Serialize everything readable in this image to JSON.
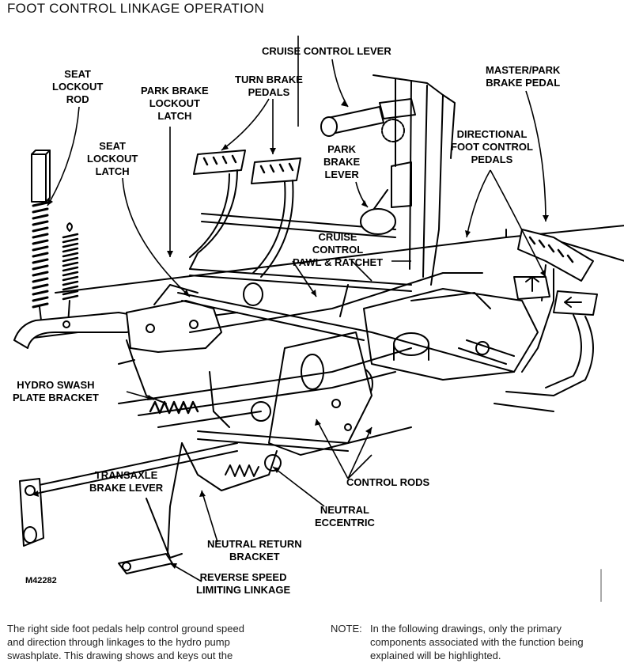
{
  "title": "FOOT CONTROL LINKAGE OPERATION",
  "figure_id": "M42282",
  "labels": {
    "cruise_control_lever": [
      "CRUISE CONTROL LEVER"
    ],
    "seat_lockout_rod": [
      "SEAT",
      "LOCKOUT",
      "ROD"
    ],
    "park_brake_lockout_latch": [
      "PARK BRAKE",
      "LOCKOUT",
      "LATCH"
    ],
    "turn_brake_pedals": [
      "TURN BRAKE",
      "PEDALS"
    ],
    "master_park_brake_pedal": [
      "MASTER/PARK",
      "BRAKE PEDAL"
    ],
    "seat_lockout_latch": [
      "SEAT",
      "LOCKOUT",
      "LATCH"
    ],
    "park_brake_lever": [
      "PARK",
      "BRAKE",
      "LEVER"
    ],
    "directional_foot_control_pedals": [
      "DIRECTIONAL",
      "FOOT CONTROL",
      "PEDALS"
    ],
    "cruise_control_pawl_ratchet": [
      "CRUISE",
      "CONTROL",
      "PAWL & RATCHET"
    ],
    "hydro_swash_plate_bracket": [
      "HYDRO SWASH",
      "PLATE BRACKET"
    ],
    "transaxle_brake_lever": [
      "TRANSAXLE",
      "BRAKE LEVER"
    ],
    "control_rods": [
      "CONTROL RODS"
    ],
    "neutral_eccentric": [
      "NEUTRAL",
      "ECCENTRIC"
    ],
    "neutral_return_bracket": [
      "NEUTRAL RETURN",
      "BRACKET"
    ],
    "reverse_speed_limiting_linkage": [
      "REVERSE SPEED",
      "LIMITING LINKAGE"
    ]
  },
  "caption_left": [
    "The right side foot pedals help control ground speed",
    "and direction through linkages to the hydro pump",
    "swashplate. This drawing shows and keys out the"
  ],
  "note": {
    "key": "NOTE:",
    "lines": [
      "In the following drawings, only the primary",
      "components associated with the function being",
      "explained will be highlighted."
    ]
  }
}
